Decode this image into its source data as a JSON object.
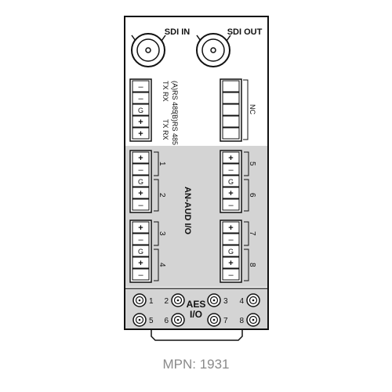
{
  "connectors": {
    "sdi_in": "SDI IN",
    "sdi_out": "SDI OUT"
  },
  "rs485": {
    "a_label": "(A)RS 485",
    "a_txrx": "TX RX",
    "b_label": "(B)RS 485",
    "b_txrx": "TX RX"
  },
  "nc_label": "NC",
  "module_label": "AN-AUD I/O",
  "pin_symbols": {
    "plus": "+",
    "minus": "–",
    "ground": "G"
  },
  "audio_channels": {
    "left_column": [
      "1",
      "2",
      "3",
      "4"
    ],
    "right_column": [
      "5",
      "6",
      "7",
      "8"
    ]
  },
  "aes": {
    "label_line1": "AES",
    "label_line2": "I/O",
    "top_row": [
      "1",
      "2",
      "3",
      "4"
    ],
    "bottom_row": [
      "5",
      "6",
      "7",
      "8"
    ]
  },
  "mpn": "MPN: 1931",
  "colors": {
    "outline": "#111111",
    "shade": "#d4d4d4",
    "mpn_text": "#8a8a8a"
  }
}
